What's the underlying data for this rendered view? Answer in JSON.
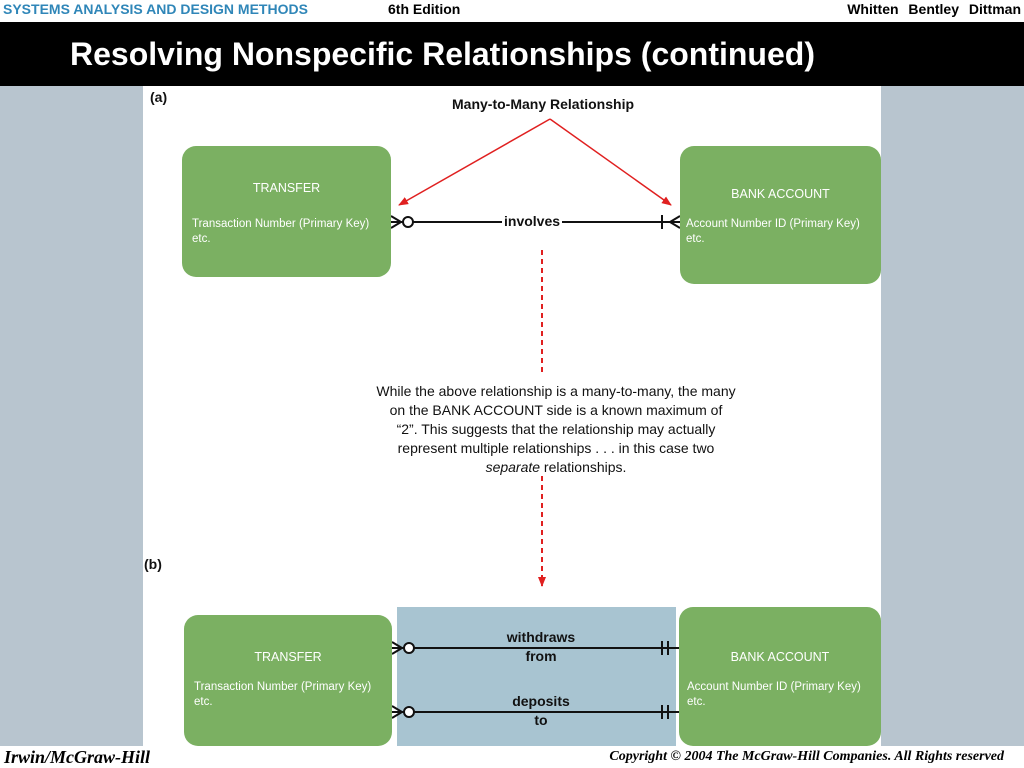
{
  "header": {
    "book_title": "SYSTEMS ANALYSIS AND DESIGN METHODS",
    "edition": "6th Edition",
    "authors": "Whitten Bentley Dittman",
    "slide_title": "Resolving Nonspecific Relationships (continued)"
  },
  "diagram": {
    "panel_a_label": "(a)",
    "panel_b_label": "(b)",
    "heading": "Many-to-Many Relationship",
    "entity_a_left": {
      "name": "TRANSFER",
      "attributes": [
        "Transaction Number (Primary Key)",
        "etc."
      ]
    },
    "entity_a_right": {
      "name": "BANK ACCOUNT",
      "attributes": [
        "Account Number ID (Primary Key)",
        "etc."
      ]
    },
    "relationship_a": "involves",
    "note": {
      "line1": "While the above relationship is a many-to-many, the many",
      "line2": "on the BANK ACCOUNT side is a known maximum of",
      "line3": "“2”. This suggests that the relationship may actually",
      "line4": "represent multiple relationships . . . in this case two",
      "emphasis": "separate",
      "line5_rest": " relationships."
    },
    "entity_b_left": {
      "name": "TRANSFER",
      "attributes": [
        "Transaction Number (Primary Key)",
        "etc."
      ]
    },
    "entity_b_right": {
      "name": "BANK ACCOUNT",
      "attributes": [
        "Account Number ID (Primary Key)",
        "etc."
      ]
    },
    "relationship_b1": {
      "line1": "withdraws",
      "line2": "from"
    },
    "relationship_b2": {
      "line1": "deposits",
      "line2": "to"
    },
    "colors": {
      "entity": "#7bb062",
      "arrow": "#e02020",
      "highlight": "#a8c4d1"
    }
  },
  "footer": {
    "publisher": "Irwin/McGraw-Hill",
    "copyright": "Copyright © 2004 The McGraw-Hill Companies. All Rights reserved"
  }
}
